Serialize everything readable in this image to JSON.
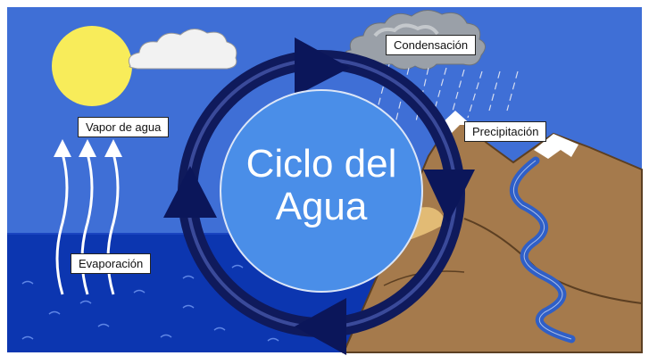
{
  "diagram": {
    "title_line1": "Ciclo del",
    "title_line2": "Agua",
    "labels": {
      "vapor": "Vapor de agua",
      "condensation": "Condensación",
      "precipitation": "Precipitación",
      "evaporation": "Evaporación"
    }
  },
  "colors": {
    "sky": "#3f6fd6",
    "sea": "#0c36b0",
    "sun": "#f8ec5a",
    "center_circle": "#4a8ee8",
    "cycle_ring": "#0f1a5c",
    "arrow_head": "#0b165a",
    "mountain": "#a57a4c",
    "snow": "#ffffff",
    "river": "#2f5fc7"
  },
  "icons": [
    "sun-icon",
    "cloud-icon",
    "rain-cloud-icon",
    "mountain-icon",
    "vapor-arrow-icon"
  ]
}
